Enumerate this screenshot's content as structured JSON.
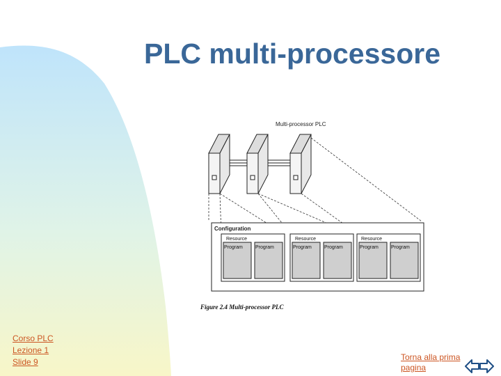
{
  "slide": {
    "title": "PLC multi-processore"
  },
  "figure": {
    "heading": "Multi-processor PLC",
    "configuration_label": "Configuration",
    "resource_label": "Resource",
    "program_label": "Program",
    "caption": "Figure 2.4 Multi-processor PLC"
  },
  "nav": {
    "course": "Corso PLC",
    "lesson": "Lezione 1",
    "slide": "Slide 9",
    "back_link": "Torna alla prima pagina"
  },
  "colors": {
    "title": "#3a6798",
    "link": "#cc5522",
    "gradient_top": "#bfe4fb",
    "gradient_bottom": "#f8f6c8"
  },
  "icons": {
    "back": "arrow-left-outline-icon",
    "forward": "arrow-right-outline-icon"
  }
}
